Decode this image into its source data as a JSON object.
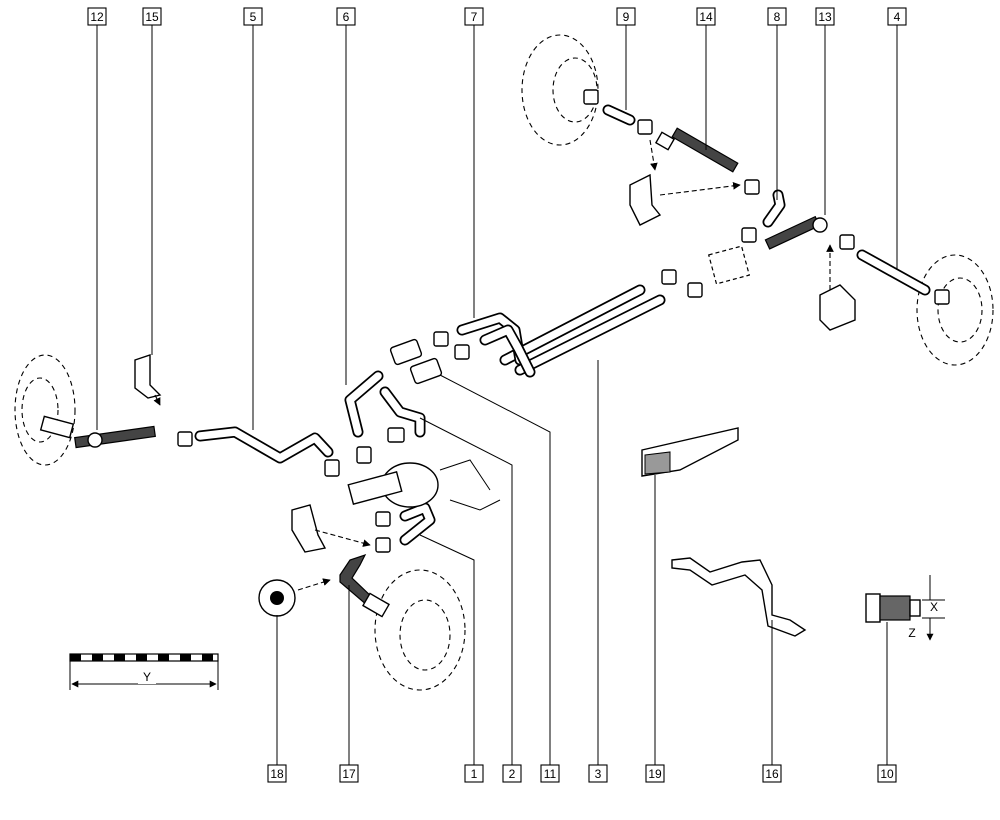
{
  "callouts_top": [
    "12",
    "15",
    "5",
    "6",
    "7",
    "9",
    "14",
    "8",
    "13",
    "4"
  ],
  "callouts_bottom": [
    "18",
    "17",
    "1",
    "2",
    "11",
    "3",
    "19",
    "16",
    "10"
  ],
  "dimensions": {
    "scale_label": "Y",
    "x_label": "X",
    "z_label": "Z"
  }
}
